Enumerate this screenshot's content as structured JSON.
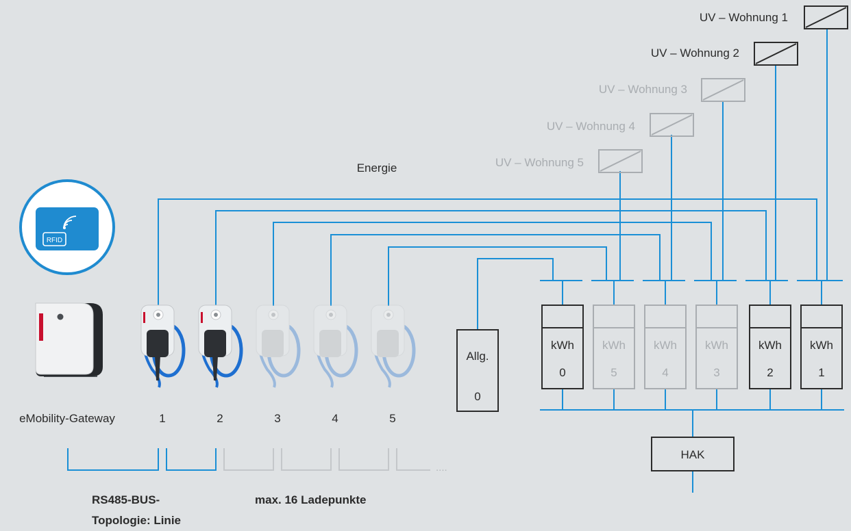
{
  "colors": {
    "background": "#dfe2e4",
    "line_blue": "#1a8fd6",
    "active": "#2b2b2b",
    "inactive": "#a9adb1",
    "rfid_blue": "#1f8bd0"
  },
  "rfid": {
    "card_text": "RFID",
    "icon": "rfid-card-icon"
  },
  "energy_label": "Energie",
  "distribution_units": [
    {
      "label": "UV – Wohnung 1",
      "active": true
    },
    {
      "label": "UV – Wohnung 2",
      "active": true
    },
    {
      "label": "UV – Wohnung 3",
      "active": false
    },
    {
      "label": "UV – Wohnung 4",
      "active": false
    },
    {
      "label": "UV – Wohnung 5",
      "active": false
    }
  ],
  "gateway_label": "eMobility-Gateway",
  "charging_points": [
    {
      "label": "1",
      "active": true
    },
    {
      "label": "2",
      "active": true
    },
    {
      "label": "3",
      "active": false
    },
    {
      "label": "4",
      "active": false
    },
    {
      "label": "5",
      "active": false
    }
  ],
  "general_meter": {
    "label": "Allg.",
    "number": "0"
  },
  "meters": [
    {
      "unit": "kWh",
      "number": "0",
      "active": true
    },
    {
      "unit": "kWh",
      "number": "5",
      "active": false
    },
    {
      "unit": "kWh",
      "number": "4",
      "active": false
    },
    {
      "unit": "kWh",
      "number": "3",
      "active": false
    },
    {
      "unit": "kWh",
      "number": "2",
      "active": true
    },
    {
      "unit": "kWh",
      "number": "1",
      "active": true
    }
  ],
  "hak_label": "HAK",
  "bus_ellipsis": "....",
  "bus_topology_label": [
    "RS485-BUS-",
    "Topologie: Linie"
  ],
  "max_points_label": "max. 16 Ladepunkte"
}
